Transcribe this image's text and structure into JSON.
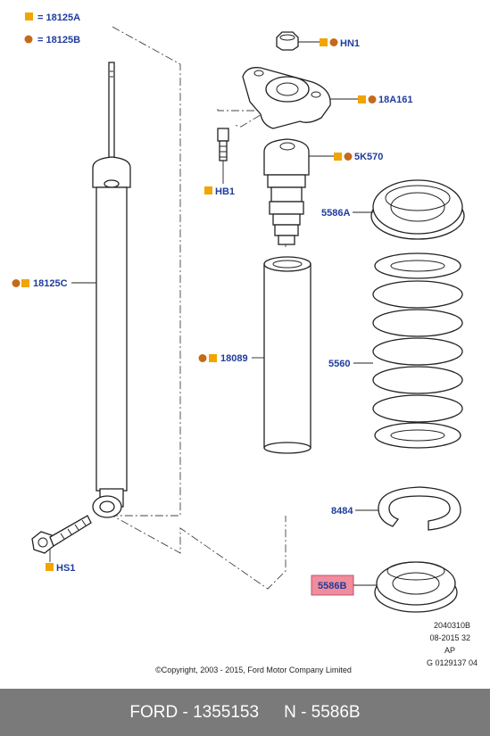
{
  "legend": {
    "square_label": "= 18125A",
    "circle_label": "= 18125B"
  },
  "callouts": {
    "hn1": "HN1",
    "p18a161": "18A161",
    "hb1": "HB1",
    "p5k570": "5K570",
    "p5586a": "5586A",
    "p18125c": "18125C",
    "p18089": "18089",
    "p5560": "5560",
    "p8484": "8484",
    "hs1": "HS1",
    "p5586b": "5586B"
  },
  "meta": {
    "line1": "2040310B",
    "line2": "08-2015 32",
    "line3": "AP",
    "line4": "G 0129137 04"
  },
  "copyright": "©Copyright, 2003 - 2015, Ford Motor Company Limited",
  "footer": {
    "brand_part": "FORD - 1355153",
    "n_part": "N - 5586B"
  },
  "colors": {
    "label_blue": "#1f3c9c",
    "marker_orange": "#f0a500",
    "marker_brown": "#c46a1a",
    "highlight": "#f08c9c",
    "footer_bg": "#7a7a7a"
  }
}
